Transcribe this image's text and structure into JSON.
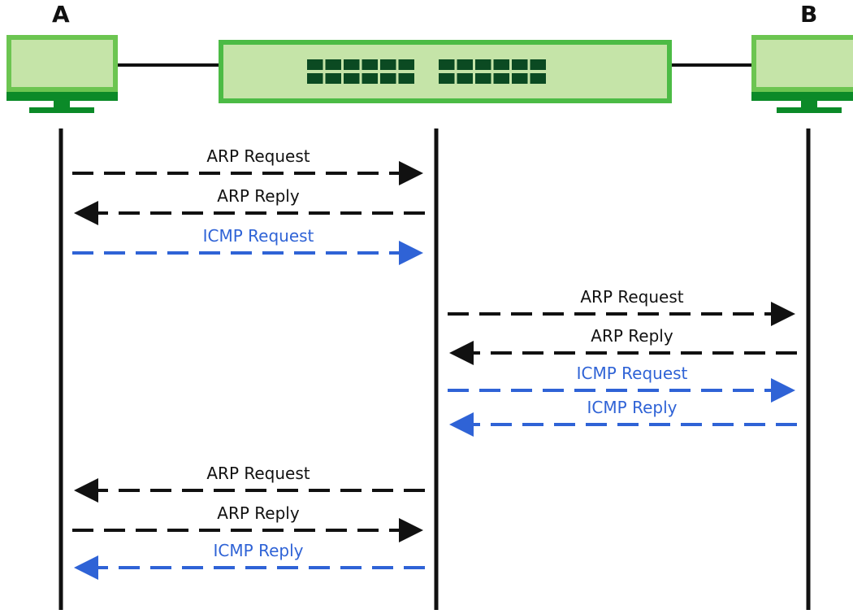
{
  "nodes": {
    "a_label": "A",
    "b_label": "B"
  },
  "colors": {
    "device_fill": "#c5e4a8",
    "device_border": "#6cc551",
    "switch_fill": "#c5e4a8",
    "switch_border": "#4cbb45",
    "stand": "#0b8a28",
    "port": "#0b4a22",
    "line": "#111111",
    "arp": "#111111",
    "icmp": "#2f63d6"
  },
  "messages": [
    {
      "label": "ARP Request",
      "kind": "arp",
      "from": "A",
      "to": "switch"
    },
    {
      "label": "ARP Reply",
      "kind": "arp",
      "from": "switch",
      "to": "A"
    },
    {
      "label": "ICMP Request",
      "kind": "icmp",
      "from": "A",
      "to": "switch"
    },
    {
      "label": "ARP Request",
      "kind": "arp",
      "from": "switch",
      "to": "B"
    },
    {
      "label": "ARP Reply",
      "kind": "arp",
      "from": "B",
      "to": "switch"
    },
    {
      "label": "ICMP Request",
      "kind": "icmp",
      "from": "switch",
      "to": "B"
    },
    {
      "label": "ICMP Reply",
      "kind": "icmp",
      "from": "B",
      "to": "switch"
    },
    {
      "label": "ARP Request",
      "kind": "arp",
      "from": "switch",
      "to": "A"
    },
    {
      "label": "ARP Reply",
      "kind": "arp",
      "from": "A",
      "to": "switch"
    },
    {
      "label": "ICMP Reply",
      "kind": "icmp",
      "from": "switch",
      "to": "A"
    }
  ]
}
